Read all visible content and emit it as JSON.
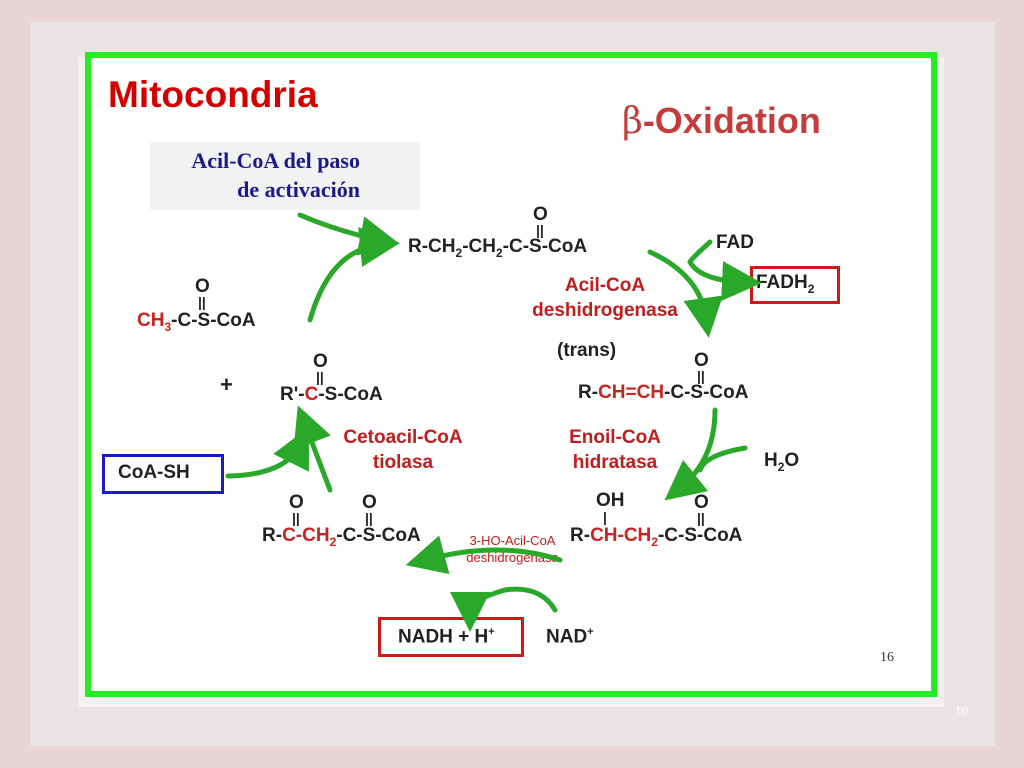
{
  "title": "Mitocondria",
  "beta_title": {
    "symbol": "β",
    "text": "-Oxidation"
  },
  "acil_input": {
    "line1": "Acil-CoA del paso",
    "line2": "de activación"
  },
  "molecules": {
    "acylcoa": {
      "pre": "R-CH",
      "s1": "2",
      "mid": "-CH",
      "s2": "2",
      "post": "-C-S-CoA"
    },
    "enoyl": {
      "pre": "R-",
      "red": "CH=CH",
      "post": "-C-S-CoA"
    },
    "hydroxy": {
      "pre": "R-",
      "red": "CH-CH",
      "sub": "2",
      "post": "-C-S-CoA"
    },
    "ketoacyl": {
      "pre": "R-",
      "red": "C-CH",
      "sub": "2",
      "post": "-C-S-CoA"
    },
    "acyl_short": {
      "pre": "R'-",
      "red": "C",
      "post": "-S-CoA"
    },
    "acetyl": {
      "red": "CH",
      "sub": "3",
      "post": "-C-S-CoA"
    },
    "oxygen": "O",
    "oh": "OH",
    "plus": "+",
    "trans": "(trans)"
  },
  "cofactors": {
    "fad": "FAD",
    "fadh2": {
      "base": "FADH",
      "sub": "2"
    },
    "h2o": {
      "pre": "H",
      "sub": "2",
      "post": "O"
    },
    "nad": {
      "base": "NAD",
      "sup": "+"
    },
    "nadh": {
      "base": "NADH + H",
      "sup": "+"
    },
    "coash": "CoA-SH"
  },
  "enzymes": {
    "dehydrogenase": {
      "line1": "Acil-CoA",
      "line2": "deshidrogenasa"
    },
    "hydratase": {
      "line1": "Enoil-CoA",
      "line2": "hidratasa"
    },
    "thiolase": {
      "line1": "Cetoacil-CoA",
      "line2": "tiolasa"
    },
    "ho_dehydrogenase": {
      "line1": "3-HO-Acil-CoA",
      "line2": "deshidrogenasa"
    }
  },
  "page_number": "16",
  "slide_number": "10",
  "colors": {
    "frame": "#22ee22",
    "red_box": "#cc1a1a",
    "blue_box": "#1a1acc",
    "arrow": "#2aa82a",
    "title": "#d40000"
  }
}
